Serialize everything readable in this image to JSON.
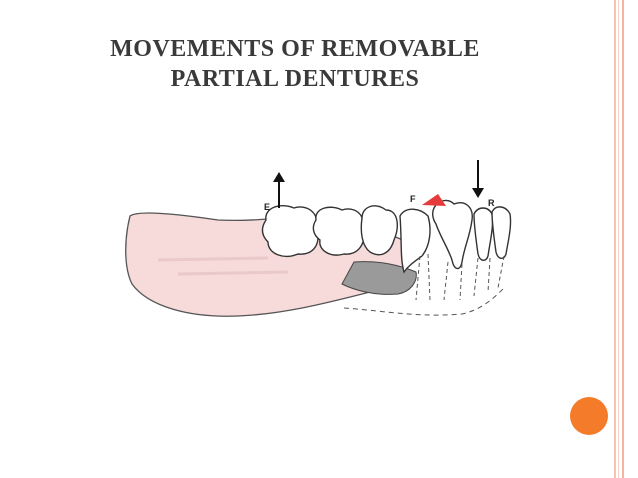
{
  "slide": {
    "title_line1": "MOVEMENTS OF REMOVABLE",
    "title_line2": "PARTIAL DENTURES"
  },
  "figure": {
    "label_e": "E",
    "label_f": "F",
    "label_r": "R"
  },
  "colors": {
    "border_left": "#f6c4b2",
    "border_right": "#f3b6a0",
    "orange_dot": "#f47b2a",
    "denture_pink": "#f7dada",
    "rest_red": "#e63b3b",
    "title_text": "#3a3a3a"
  }
}
